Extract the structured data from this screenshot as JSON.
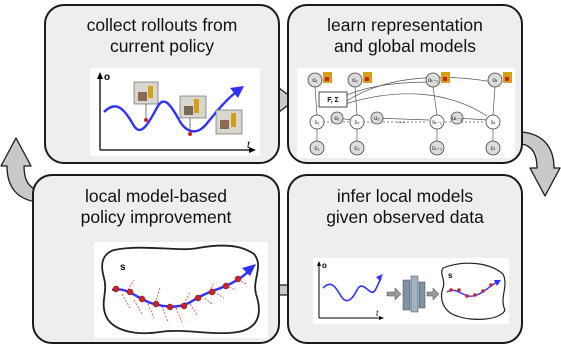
{
  "panels": {
    "collect": {
      "line1": "collect rollouts from",
      "line2": "current policy",
      "axis_y": "o",
      "axis_x": "t"
    },
    "learn": {
      "line1": "learn representation",
      "line2": "and global models",
      "node_fs": "F, Σ",
      "nodes": {
        "o1": "o₁",
        "o2": "o₂",
        "oTm1": "oₜ₋₁",
        "oT": "oₜ",
        "s1": "s₁",
        "s2": "s₂",
        "sTm1": "sₜ₋₁",
        "sT": "sₜ",
        "u1": "u₁",
        "u2": "u₂",
        "uTm1": "uₜ₋₁",
        "c1": "c₁",
        "c2": "c₂",
        "cTm1": "cₜ₋₁",
        "cT": "cₜ",
        "dots": "···"
      }
    },
    "infer": {
      "line1": "infer local models",
      "line2": "given observed data",
      "axis_y": "o",
      "axis_x": "t",
      "region": "s"
    },
    "improve": {
      "line1": "local model-based",
      "line2": "policy improvement",
      "region": "s"
    }
  },
  "colors": {
    "panel_bg": "#eeeeee",
    "border": "#1a1a1a",
    "arrow_fill": "#c9c9c9",
    "curve": "#3030ff",
    "samples": "#cc2222",
    "robot_accent": "#d4a017"
  }
}
